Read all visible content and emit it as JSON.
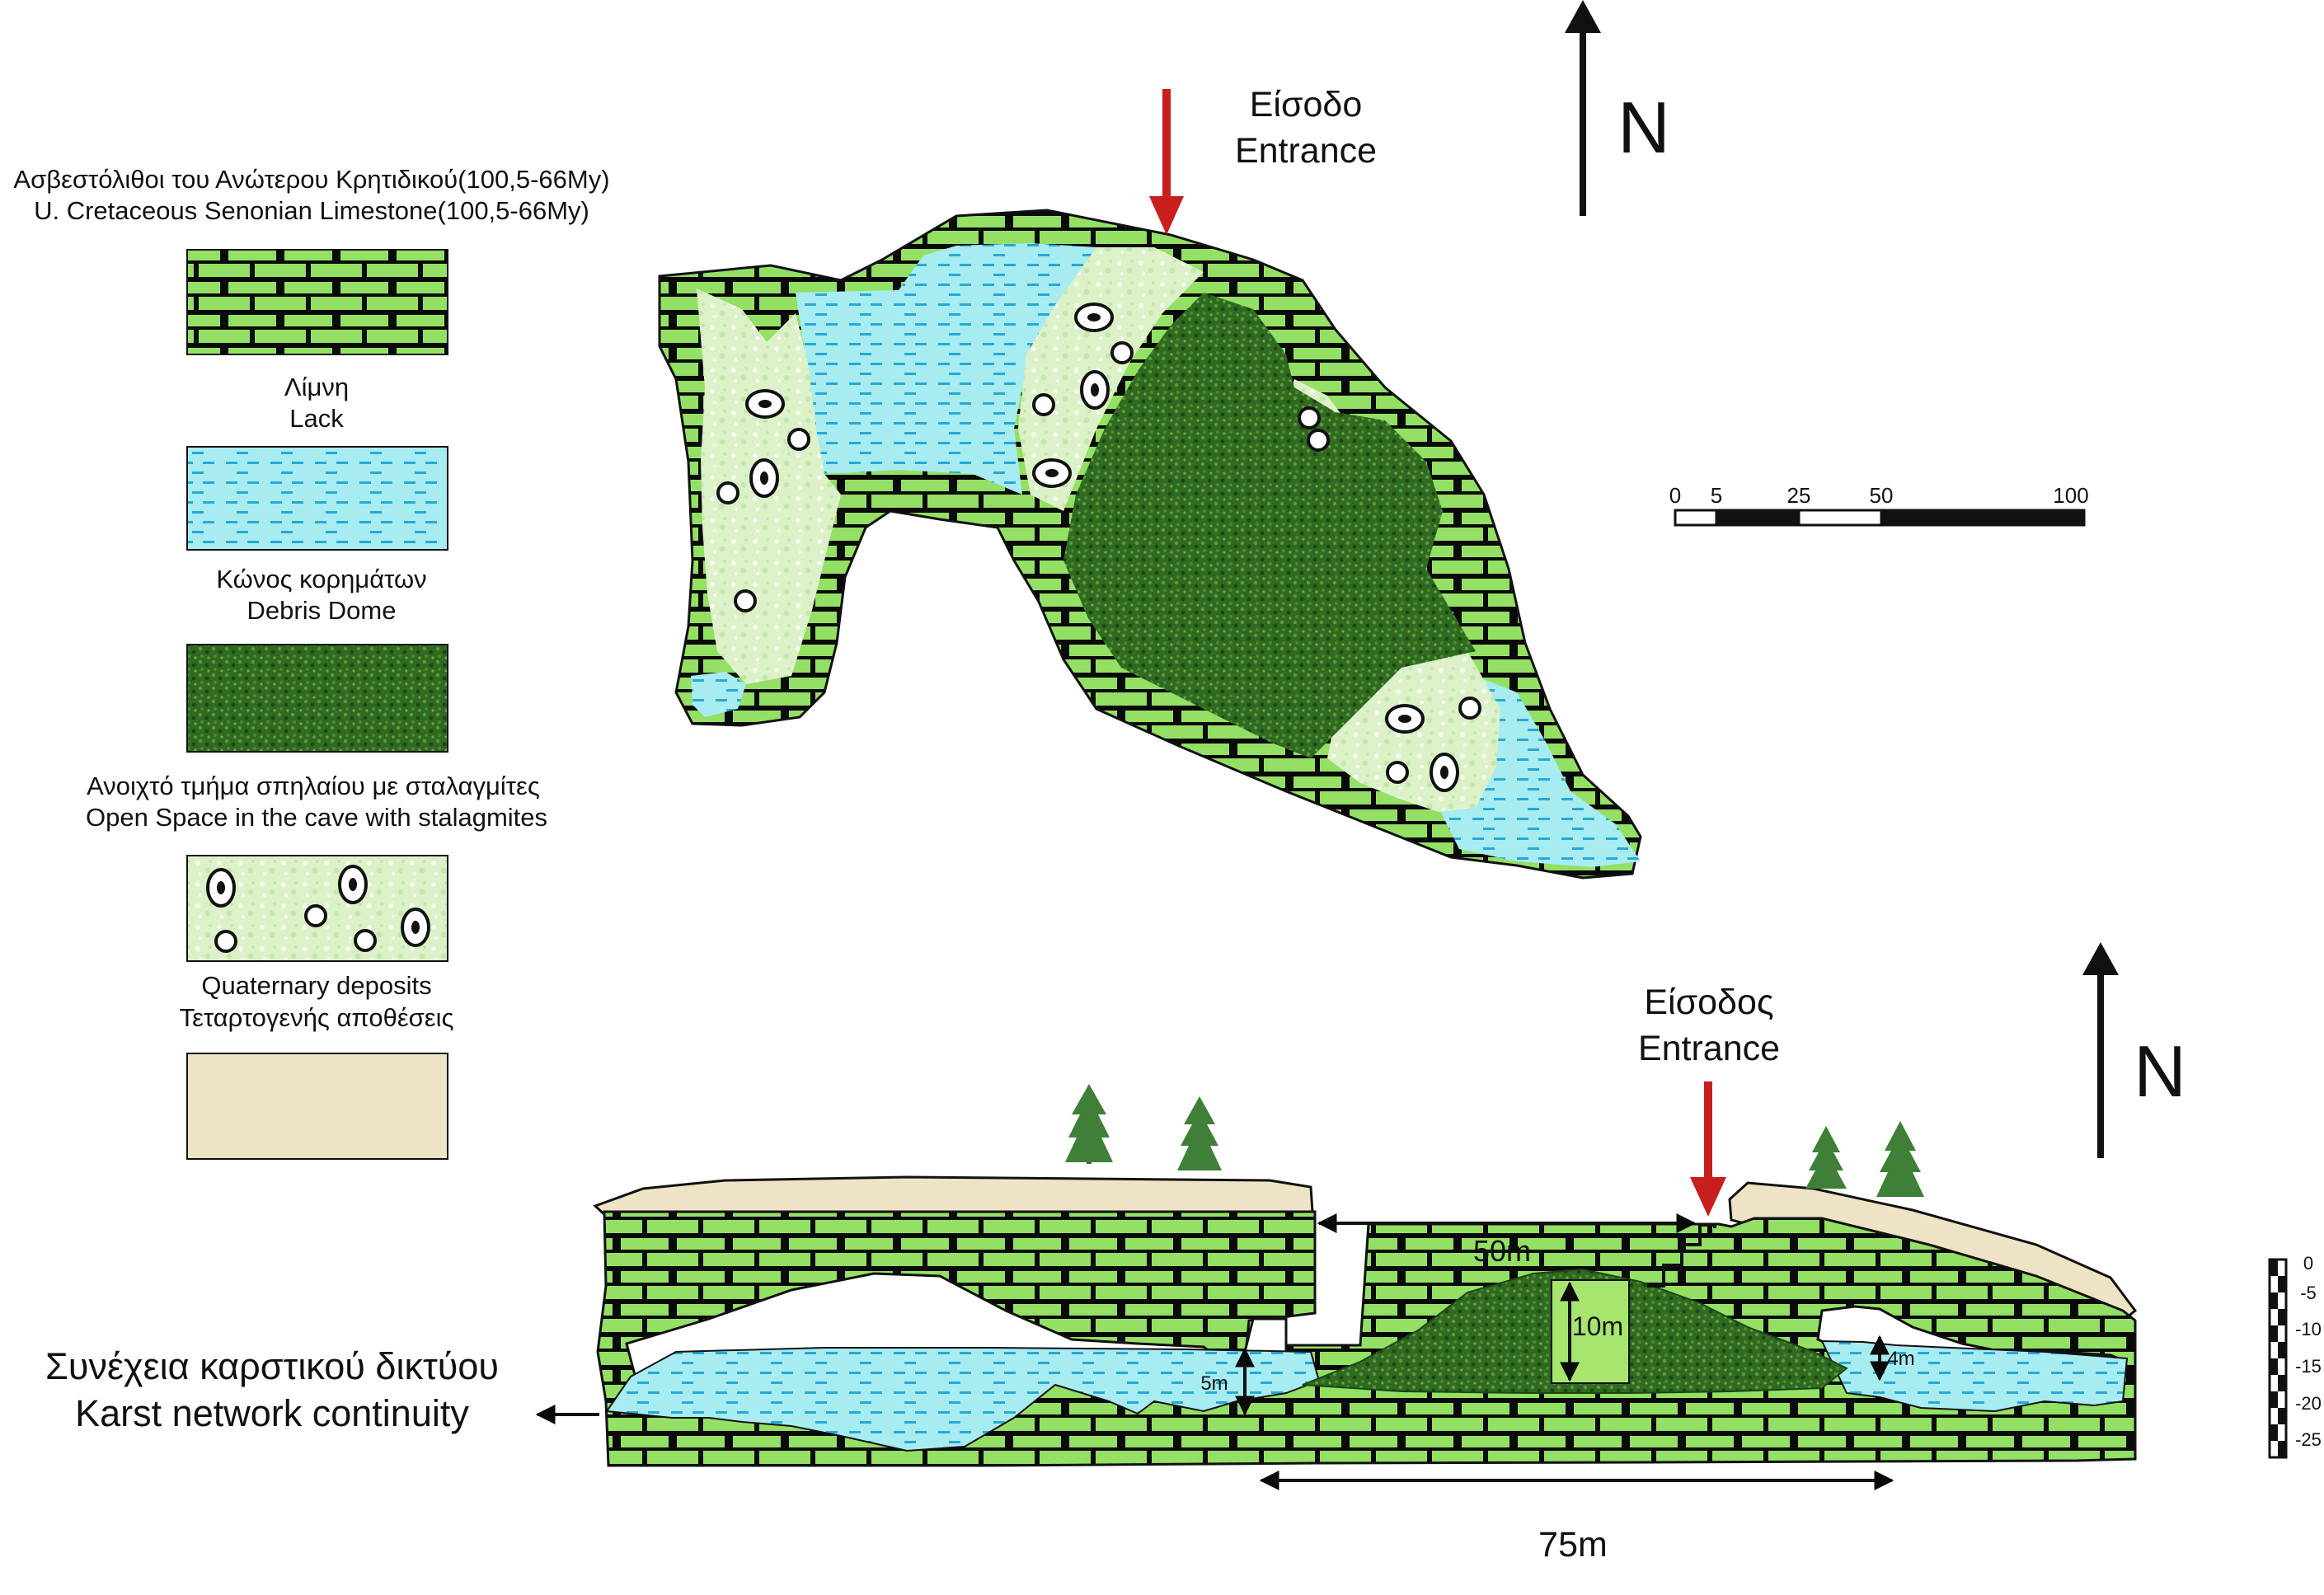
{
  "colors": {
    "limestone": "#93e065",
    "limestone_mortar": "#0a0a0a",
    "lake": "#a7ecf0",
    "lake_dash": "#28a9d4",
    "debris": "#2f6a20",
    "deposits": "#dcf1c8",
    "quaternary": "#efe3c6",
    "entrance_arrow": "#c81e1e",
    "text": "#111111"
  },
  "legend": {
    "title_gr": "Ασβεστόλιθοι του Ανώτερου Κρητιδικού(100,5-66My)",
    "title_en": "U. Cretaceous Senonian Limestone(100,5-66My)",
    "lake_gr": "Λίμνη",
    "lake_en": "Lack",
    "debris_gr": "Κώνος κορημάτων",
    "debris_en": "Debris Dome",
    "open_gr": "Ανοιχτό τμήμα σπηλαίου με σταλαγμίτες",
    "open_en": "Open Space in the cave with stalagmites",
    "quat_en": "Quaternary deposits",
    "quat_gr": "Τεταρτογενής αποθέσεις"
  },
  "plan": {
    "entrance_gr": "Είσοδο",
    "entrance_en": "Entrance",
    "north": "N",
    "scale_labels": [
      "0",
      "5",
      "25",
      "50",
      "100"
    ]
  },
  "section": {
    "entrance_gr": "Είσοδος",
    "entrance_en": "Entrance",
    "north": "N",
    "continuity_gr": "Συνέχεια καρστικού δικτύου",
    "continuity_en": "Karst network continuity",
    "dim_50": "50m",
    "dim_10": "10m",
    "dim_5": "5m",
    "dim_4": "4m",
    "dim_75": "75m",
    "vscale_labels": [
      "0",
      "-5",
      "-10",
      "-15",
      "-20",
      "-25"
    ]
  }
}
